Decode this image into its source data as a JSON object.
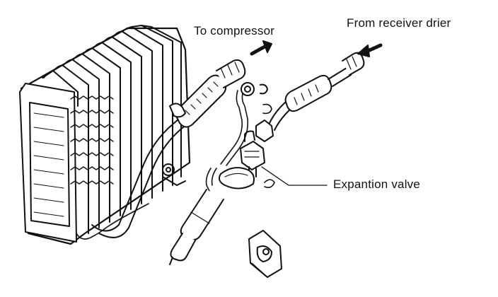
{
  "labels": {
    "to_compressor": "To compressor",
    "from_receiver_drier": "From receiver drier",
    "expansion_valve": "Expantion valve"
  },
  "colors": {
    "ink": "#111111",
    "background": "#ffffff"
  }
}
